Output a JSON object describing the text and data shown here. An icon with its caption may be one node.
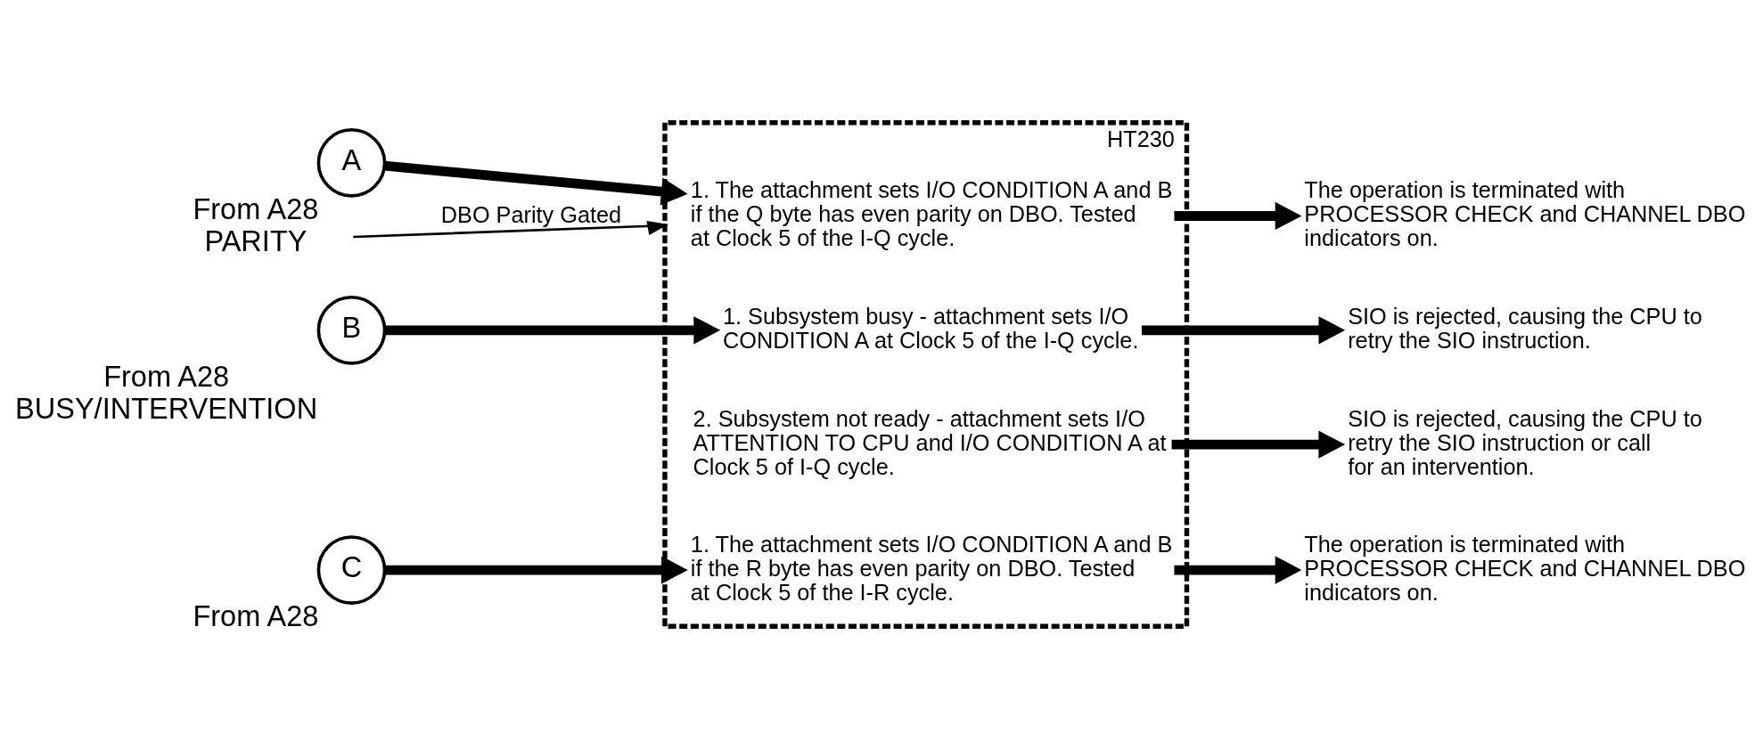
{
  "diagram": {
    "nodes": [
      {
        "text": [
          "HT230"
        ]
      },
      {
        "text": [
          "A"
        ],
        "beside": [
          "From A28",
          "PARITY"
        ]
      },
      {
        "text": [
          "1. The attachment sets I/O CONDITION A and B if the Q byte has even parity on DBO. Tested at Clock 5 of the I-Q cycle."
        ],
        "in": 0
      },
      {
        "text": [
          "B"
        ],
        "beside": [
          "From A28",
          "BUSY/INTERVENTION"
        ]
      },
      {
        "text": [
          "1. Subsystem busy - attachment sets I/O CONDITION A at Clock 5 of the I-Q cycle."
        ],
        "in": 0
      },
      {
        "text": [
          "2. Subsystem not ready - attachment sets I/O ATTENTION TO CPU and I/O CONDITION A at Clock 5 of I-Q cycle."
        ],
        "in": 0
      },
      {
        "text": [
          "C"
        ],
        "beside": [
          "From A28"
        ]
      },
      {
        "text": [
          "1. The attachment sets I/O CONDITION A and B if the R byte has even parity on DBO. Tested at Clock 5 of the I-R cycle."
        ],
        "in": 0
      },
      {
        "text": [
          "The operation is terminated with PROCESSOR CHECK and CHANNEL DBO indicators on."
        ]
      },
      {
        "text": [
          "SIO is rejected, causing the CPU to retry the SIO instruction."
        ]
      },
      {
        "text": [
          "SIO is rejected, causing the CPU to retry the SIO instruction or call for an intervention."
        ]
      },
      {
        "text": [
          "The operation is terminated with PROCESSOR CHECK and CHANNEL DBO indicators on."
        ]
      }
    ],
    "edges": [
      {
        "from": null,
        "to": 0,
        "arrow": "to",
        "label": "DBO Parity Gated"
      },
      {
        "from": 1,
        "to": 2,
        "arrow": "to"
      },
      {
        "from": 2,
        "to": 8,
        "arrow": "to"
      },
      {
        "from": 3,
        "to": 4,
        "arrow": "to"
      },
      {
        "from": 4,
        "to": 9,
        "arrow": "to"
      },
      {
        "from": 5,
        "to": 10,
        "arrow": "to"
      },
      {
        "from": 6,
        "to": 7,
        "arrow": "to"
      },
      {
        "from": 7,
        "to": 11,
        "arrow": "to"
      }
    ]
  }
}
